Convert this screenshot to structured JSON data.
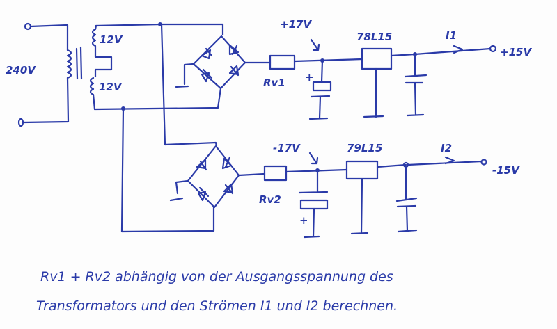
{
  "ink_color": "#2a3aa8",
  "labels": {
    "primary_voltage": "240V",
    "secondary_top": "12V",
    "secondary_bottom": "12V",
    "pos_raw": "+17V",
    "neg_raw": "-17V",
    "pos_regulator": "78L15",
    "neg_regulator": "79L15",
    "pos_current": "I1",
    "neg_current": "I2",
    "pos_output": "+15V",
    "neg_output": "-15V",
    "rv1": "Rv1",
    "rv2": "Rv2",
    "plus_mark_1": "+",
    "plus_mark_2": "+"
  },
  "note": {
    "line1": "Rv1 + Rv2 abhängig von der Ausgangsspannung des",
    "line2": "Transformators und den Strömen I1 und I2 berechnen."
  }
}
